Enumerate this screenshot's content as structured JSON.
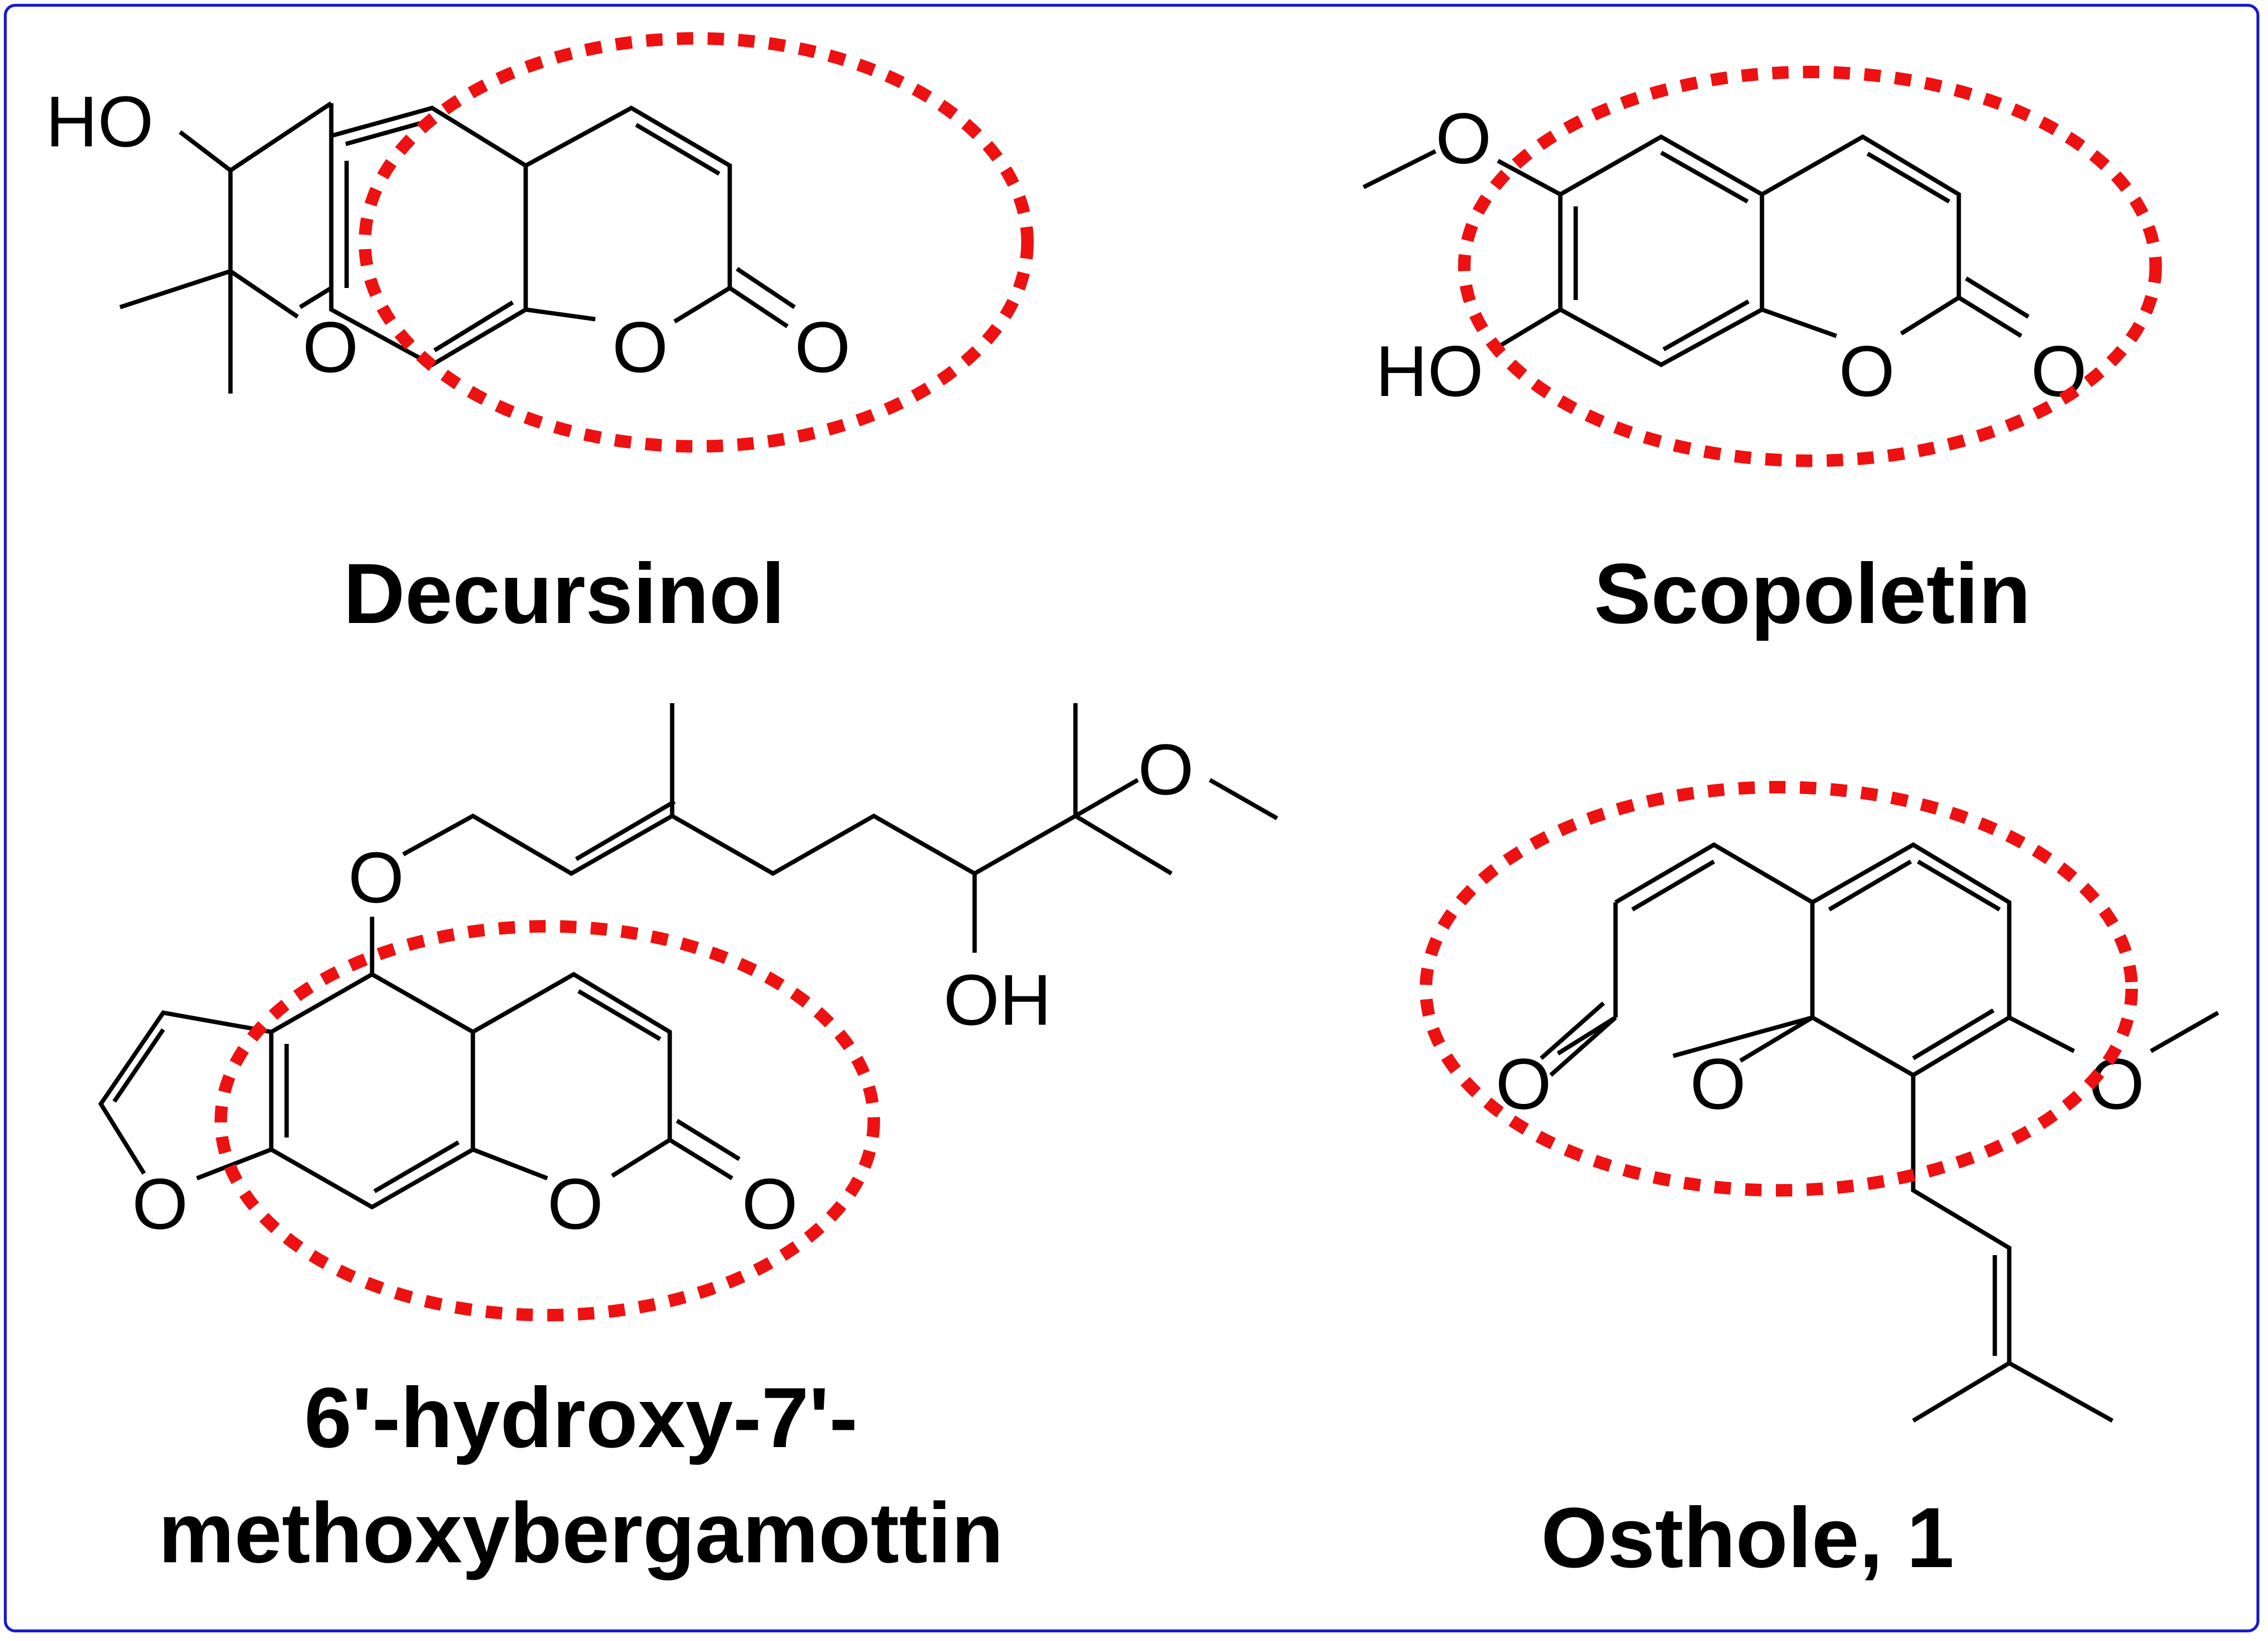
{
  "compounds": [
    {
      "name": "Decursinol",
      "atom_labels": {
        "hydroxyl": "HO",
        "ring_oxygen": "O",
        "lactone_oxygen": "O",
        "carbonyl_oxygen": "O"
      }
    },
    {
      "name": "Scopoletin",
      "atom_labels": {
        "methoxy_oxygen": "O",
        "hydroxyl": "HO",
        "lactone_oxygen": "O",
        "carbonyl_oxygen": "O"
      }
    },
    {
      "name_line1": "6'-hydroxy-7'-",
      "name_line2": "methoxybergamottin",
      "atom_labels": {
        "ether_oxygen": "O",
        "furan_oxygen": "O",
        "lactone_oxygen": "O",
        "carbonyl_oxygen": "O",
        "methoxy_oxygen": "O",
        "hydroxyl": "OH"
      }
    },
    {
      "name": "Osthole, 1",
      "atom_labels": {
        "carbonyl_oxygen": "O",
        "lactone_oxygen": "O",
        "methoxy_oxygen": "O"
      }
    }
  ],
  "colors": {
    "border": "#1a1acc",
    "highlight": "#ee1111",
    "structure": "#000000"
  }
}
